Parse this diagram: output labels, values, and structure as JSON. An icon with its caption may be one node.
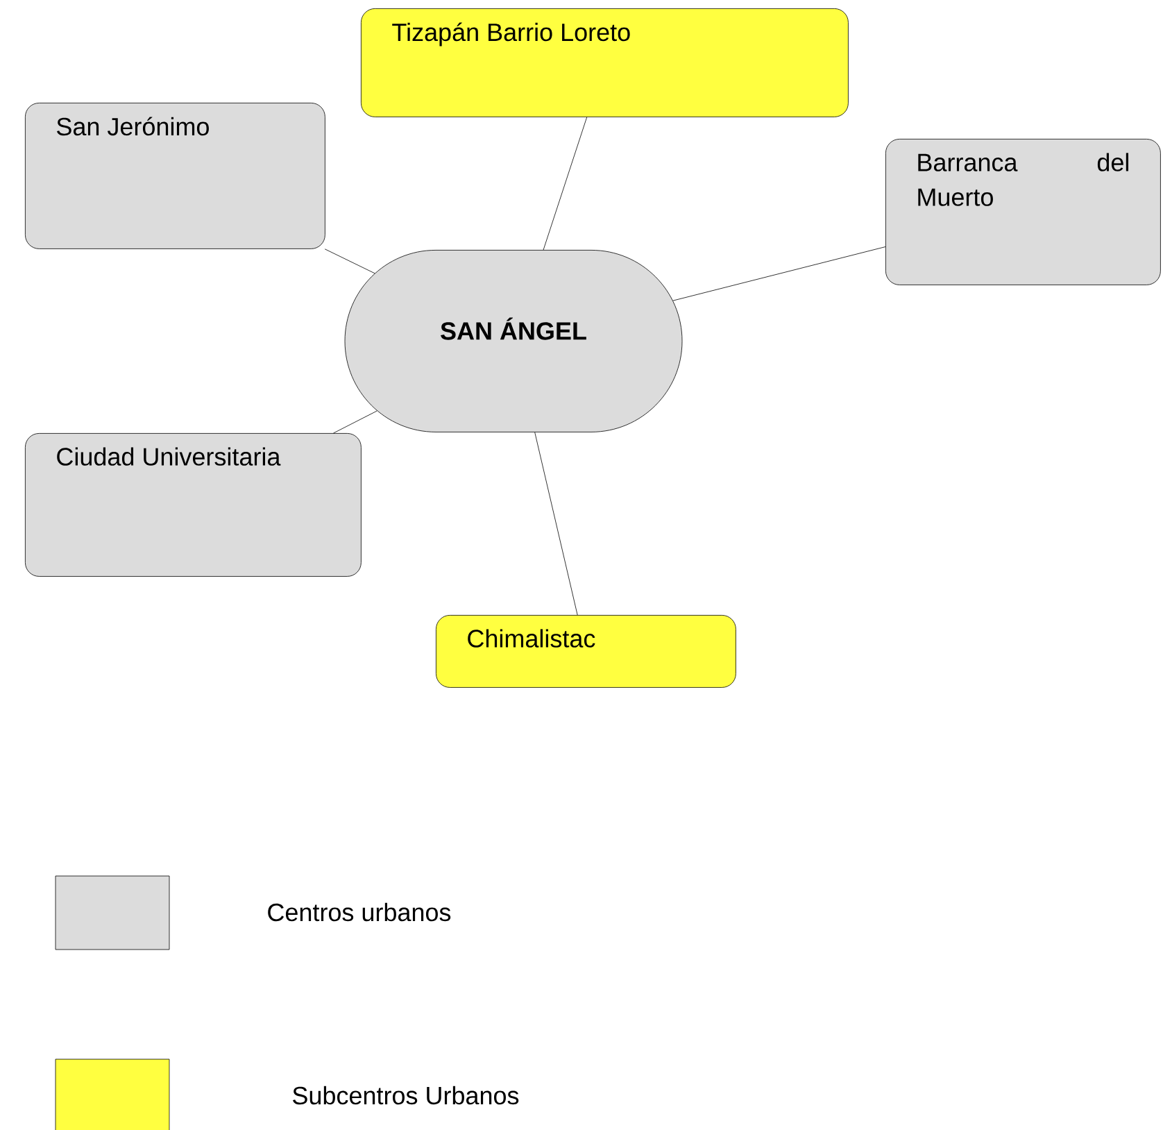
{
  "diagram": {
    "nodes": [
      {
        "text": [
          "SAN ÁNGEL"
        ]
      },
      {
        "text": [
          "Tizapán Barrio Loreto"
        ]
      },
      {
        "text": [
          "San Jerónimo"
        ]
      },
      {
        "text": [
          "Barranca del Muerto"
        ]
      },
      {
        "text": [
          "Ciudad Universitaria"
        ]
      },
      {
        "text": [
          "Chimalistac"
        ]
      }
    ],
    "edges": [
      {
        "from": 1,
        "to": 0,
        "arrow": "none"
      },
      {
        "from": 2,
        "to": 0,
        "arrow": "none"
      },
      {
        "from": 0,
        "to": 3,
        "arrow": "none"
      },
      {
        "from": 4,
        "to": 0,
        "arrow": "none"
      },
      {
        "from": 0,
        "to": 5,
        "arrow": "none"
      }
    ],
    "legend": [
      {
        "text": "Centros urbanos",
        "color": "#dcdcdc"
      },
      {
        "text": "Subcentros Urbanos",
        "color": "#ffff40"
      }
    ]
  }
}
